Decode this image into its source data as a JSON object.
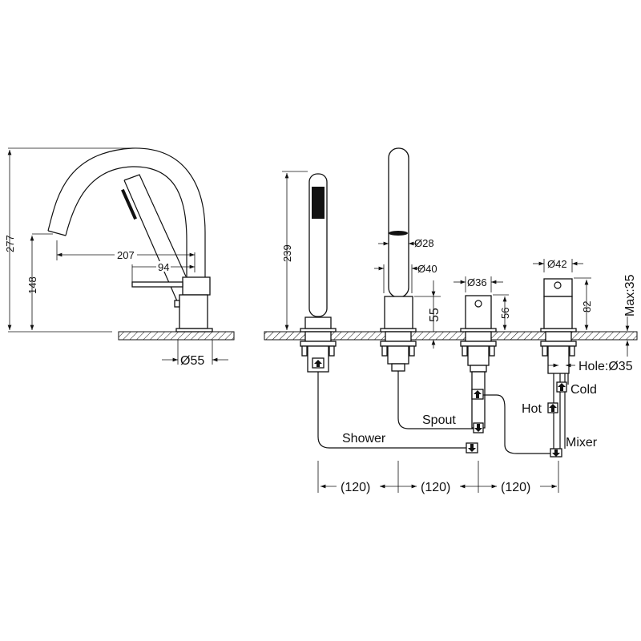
{
  "side_view": {
    "height_total": "277",
    "spout_height": "148",
    "spout_reach": "207",
    "lever_reach": "94",
    "base_diameter": "Ø55"
  },
  "front_view": {
    "handshower_height": "239",
    "spout_tube_diameter": "Ø28",
    "spout_body_diameter": "Ø40",
    "spout_body_height": "55",
    "valve_diameter": "Ø36",
    "valve_height": "56",
    "mixer_diameter": "Ø42",
    "mixer_height": "82",
    "deck_thickness": "Max:35",
    "hole_diameter": "Hole:Ø35",
    "labels": {
      "cold": "Cold",
      "hot": "Hot",
      "spout": "Spout",
      "shower": "Shower",
      "mixer": "Mixer"
    },
    "spacing": [
      "(120)",
      "(120)",
      "(120)"
    ]
  }
}
